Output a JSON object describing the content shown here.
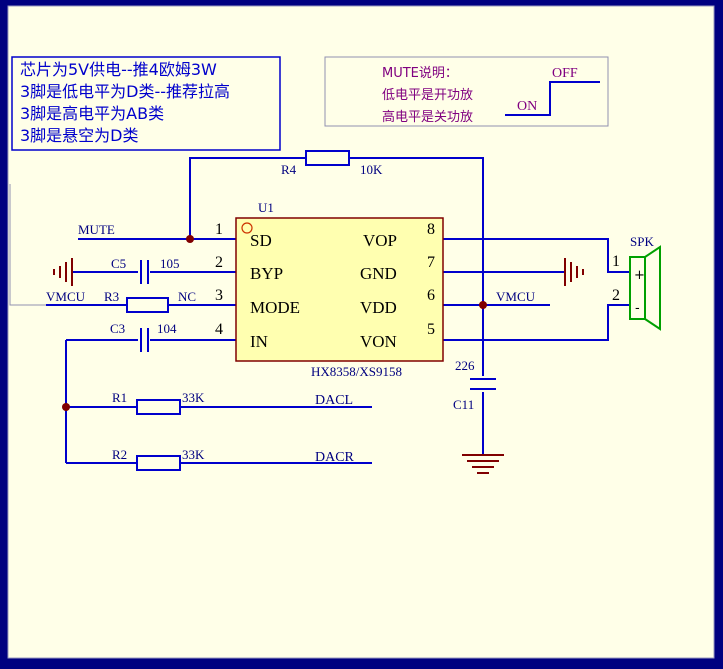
{
  "notes": [
    "芯片为5V供电--推4欧姆3W",
    "3脚是低电平为D类--推荐拉高",
    "3脚是高电平为AB类",
    "3脚是悬空为D类"
  ],
  "mute_box": {
    "title": "MUTE说明：",
    "low": "低电平是开功放",
    "high": "高电平是关功放",
    "off": "OFF",
    "on": "ON"
  },
  "chip": {
    "ref": "U1",
    "part": "HX8358/XS9158",
    "pins": [
      {
        "num": "1",
        "name": "SD"
      },
      {
        "num": "2",
        "name": "BYP"
      },
      {
        "num": "3",
        "name": "MODE"
      },
      {
        "num": "4",
        "name": "IN"
      },
      {
        "num": "8",
        "name": "VOP"
      },
      {
        "num": "7",
        "name": "GND"
      },
      {
        "num": "6",
        "name": "VDD"
      },
      {
        "num": "5",
        "name": "VON"
      }
    ]
  },
  "parts": {
    "r4": {
      "ref": "R4",
      "val": "10K"
    },
    "c5": {
      "ref": "C5",
      "val": "105"
    },
    "r3": {
      "ref": "R3",
      "val": "NC"
    },
    "c3": {
      "ref": "C3",
      "val": "104"
    },
    "r1": {
      "ref": "R1",
      "val": "33K"
    },
    "r2": {
      "ref": "R2",
      "val": "33K"
    },
    "c11": {
      "ref": "C11",
      "val": "226"
    }
  },
  "nets": {
    "mute": "MUTE",
    "vmcu_left": "VMCU",
    "vmcu_right": "VMCU",
    "dacl": "DACL",
    "dacr": "DACR"
  },
  "speaker": {
    "ref": "SPK",
    "plus": "+",
    "minus": "-",
    "pin1": "1",
    "pin2": "2"
  },
  "colors": {
    "background": "#000080",
    "sheet": "#FFFFE8",
    "wire": "#0000CC",
    "text": "#000080",
    "chip_fill": "#FFFFB0",
    "chip_border": "#800000",
    "ground": "#800000",
    "speaker": "#00A000",
    "label_purple": "#800080"
  }
}
